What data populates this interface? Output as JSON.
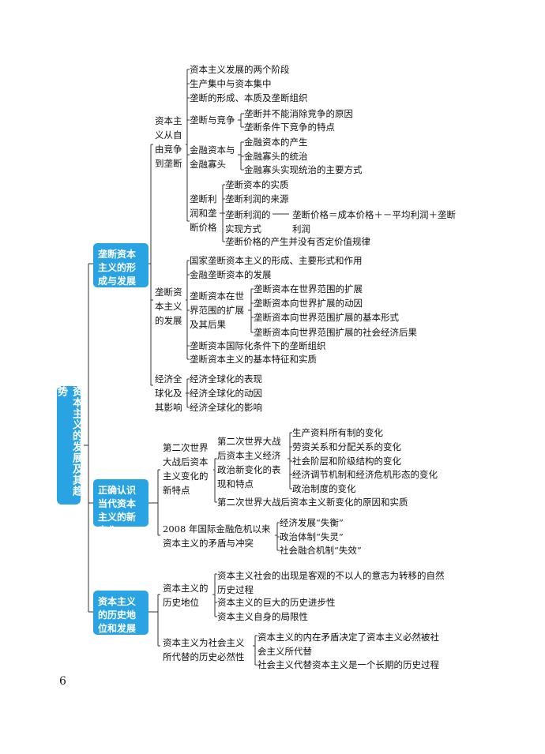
{
  "root": "资本主义的发展及其趋势",
  "page_number": "6",
  "sections": [
    {
      "title": "垄断资本主义的形成与发展",
      "groups": [
        {
          "label": [
            "资本主",
            "义从自",
            "由竞争",
            "到垄断"
          ],
          "items": [
            "资本主义发展的两个阶段",
            "生产集中与资本集中",
            "垄断的形成、本质及垄断组织",
            {
              "label": "垄断与竞争",
              "items": [
                "垄断并不能消除竞争的原因",
                "垄断条件下竞争的特点"
              ]
            },
            {
              "label": "金融资本与金融寡头",
              "items": [
                "金融资本的产生",
                "金融寡头的统治",
                "金融寡头实现统治的主要方式"
              ]
            },
            {
              "label": "垄断利润和垄断价格",
              "items": [
                "垄断资本的实质",
                "垄断利润的来源",
                "垄断利润的实现方式",
                "垄断价格＝成本价格＋－平均利润＋垄断利润",
                "垄断价格的产生并没有否定价值规律"
              ]
            }
          ]
        },
        {
          "label": [
            "垄断资",
            "本主义",
            "的发展"
          ],
          "items": [
            "国家垄断资本主义的形成、主要形式和作用",
            "金融垄断资本的发展",
            {
              "label": "垄断资本在世界范围的扩展及其后果",
              "items": [
                "垄断资本在世界范围的扩展",
                "垄断资本向世界扩展的动因",
                "垄断资本向世界范围扩展的基本形式",
                "垄断资本向世界范围扩展的社会经济后果"
              ]
            },
            "垄断资本国际化条件下的垄断组织",
            "垄断资本主义的基本特征和实质"
          ]
        },
        {
          "label": [
            "经济全",
            "球化及",
            "其影响"
          ],
          "items": [
            "经济全球化的表现",
            "经济全球化的动因",
            "经济全球化的影响"
          ]
        }
      ]
    },
    {
      "title": "正确认识当代资本主义的新变化",
      "groups": [
        {
          "label": [
            "第二次世界",
            "大战后资本",
            "主义变化的",
            "新特点"
          ],
          "items": [
            {
              "label": "第二次世界大战后资本主义经济政治新变化的表现和特点",
              "items": [
                "生产资料所有制的变化",
                "劳资关系和分配关系的变化",
                "社会阶层和阶级结构的变化",
                "经济调节机制和经济危机形态的变化",
                "政治制度的变化"
              ]
            },
            "第二次世界大战后资本主义新变化的原因和实质"
          ]
        },
        {
          "label": [
            "2008 年国际金融危机以来",
            "资本主义的矛盾与冲突"
          ],
          "items": [
            "经济发展“失衡”",
            "政治体制“失灵”",
            "社会融合机制“失效”"
          ]
        }
      ]
    },
    {
      "title": "资本主义的历史地位和发展趋势",
      "groups": [
        {
          "label": [
            "资本主义的",
            "历史地位"
          ],
          "items": [
            "资本主义社会的出现是客观的不以人的意志为转移的自然历史过程",
            "资本主义的巨大的历史进步性",
            "资本主义自身的局限性"
          ]
        },
        {
          "label": [
            "资本主义为社会主义",
            "所代替的历史必然性"
          ],
          "items": [
            "资本主义的内在矛盾决定了资本主义必然被社会主义所代替",
            "社会主义代替资本主义是一个长期的历史过程"
          ]
        }
      ]
    }
  ]
}
